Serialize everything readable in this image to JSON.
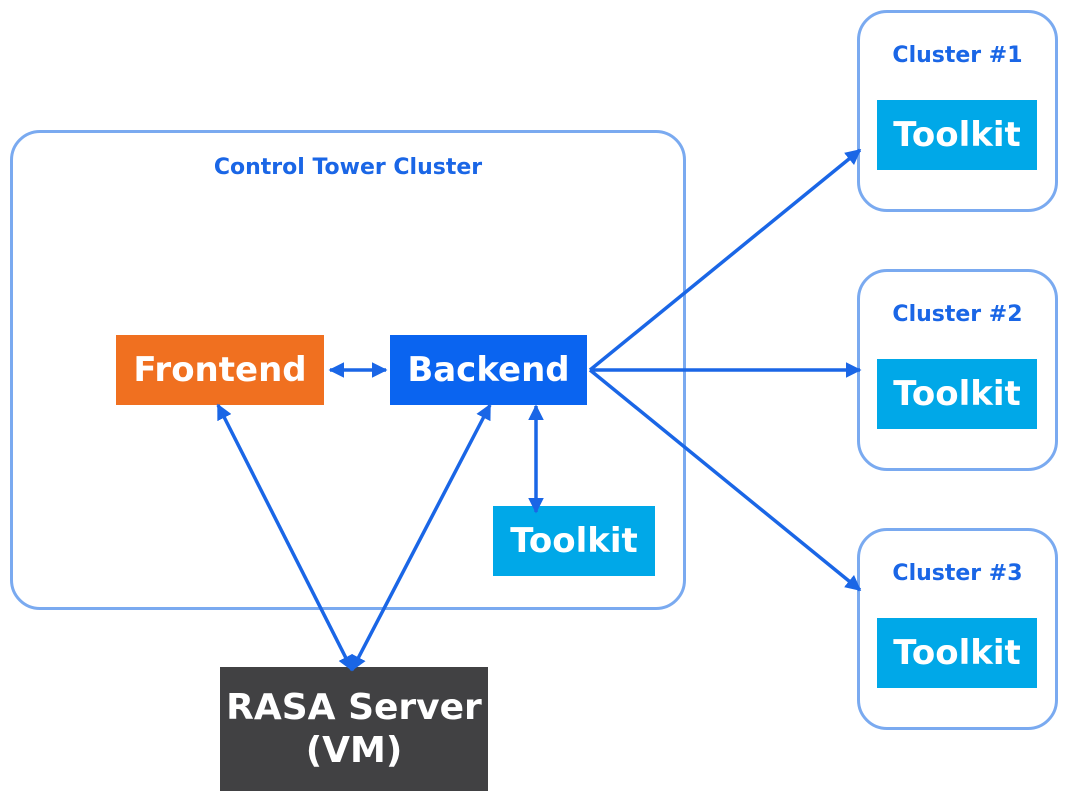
{
  "colors": {
    "container_border": "#7aaaf0",
    "label_text": "#1a66e6",
    "frontend": "#f07020",
    "backend": "#0a64f0",
    "toolkit": "#00a8e8",
    "rasa": "#414143",
    "arrow": "#1a66e6"
  },
  "control_tower": {
    "label": "Control Tower Cluster",
    "frontend_label": "Frontend",
    "backend_label": "Backend",
    "toolkit_label": "Toolkit"
  },
  "rasa_server": {
    "line1": "RASA Server",
    "line2": "(VM)"
  },
  "clusters": [
    {
      "label": "Cluster #1",
      "toolkit_label": "Toolkit"
    },
    {
      "label": "Cluster #2",
      "toolkit_label": "Toolkit"
    },
    {
      "label": "Cluster #3",
      "toolkit_label": "Toolkit"
    }
  ],
  "edges": [
    {
      "from": "frontend",
      "to": "backend",
      "direction": "both"
    },
    {
      "from": "backend",
      "to": "control-toolkit",
      "direction": "both"
    },
    {
      "from": "frontend",
      "to": "rasa-server",
      "direction": "both"
    },
    {
      "from": "backend",
      "to": "rasa-server",
      "direction": "both"
    },
    {
      "from": "backend",
      "to": "cluster-1",
      "direction": "forward"
    },
    {
      "from": "backend",
      "to": "cluster-2",
      "direction": "forward"
    },
    {
      "from": "backend",
      "to": "cluster-3",
      "direction": "forward"
    }
  ]
}
